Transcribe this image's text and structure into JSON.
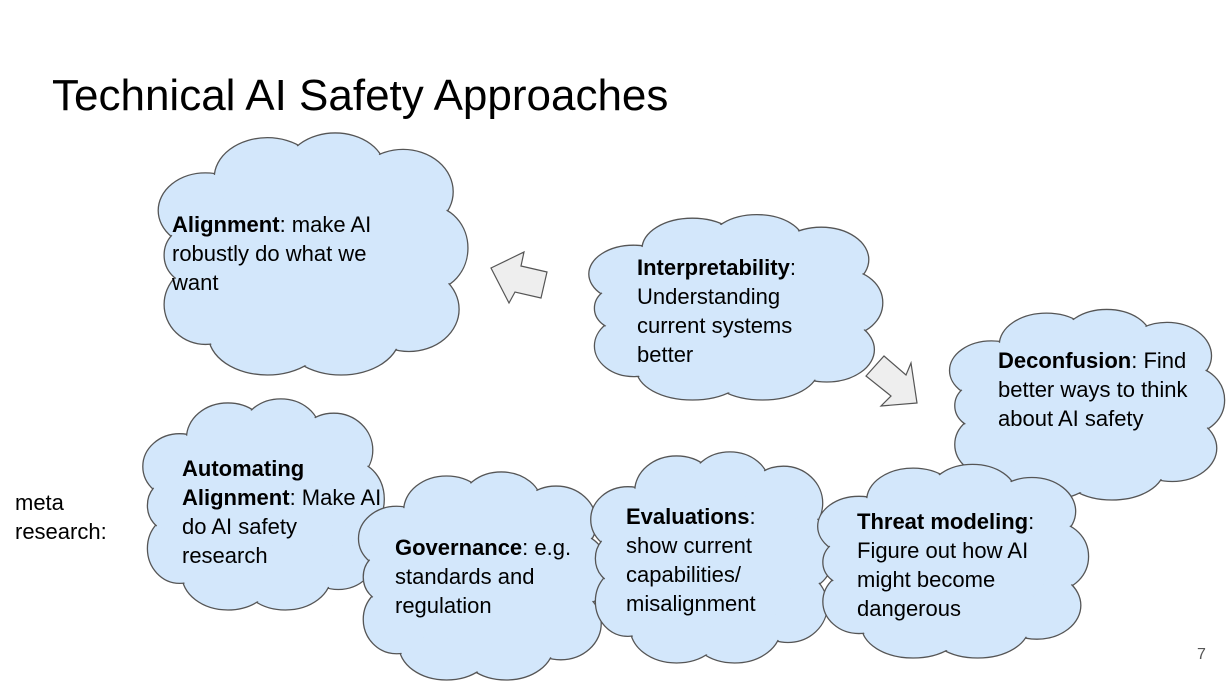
{
  "slide": {
    "title": "Technical AI Safety Approaches",
    "page_number": "7",
    "meta_label": "meta research:",
    "colors": {
      "cloud_fill": "#d3e7fb",
      "cloud_stroke": "#555555",
      "arrow_fill": "#eeeeee"
    }
  },
  "clouds": {
    "alignment": {
      "name": "Alignment",
      "text": ": make AI robustly do what we want"
    },
    "interpretability": {
      "name": "Interpretability",
      "text": ": Understanding current systems better"
    },
    "deconfusion": {
      "name": "Deconfusion",
      "text": ": Find better ways to think about AI safety"
    },
    "automating": {
      "name": "Automating Alignment",
      "text": ": Make AI do AI safety research"
    },
    "governance": {
      "name": "Governance",
      "text": ": e.g. standards and regulation"
    },
    "evaluations": {
      "name": "Evaluations",
      "text": ": show current capabilities/ misalignment"
    },
    "threat": {
      "name": "Threat modeling",
      "text": ": Figure out how AI might become dangerous"
    }
  },
  "arrows": [
    {
      "from": "interpretability",
      "to": "alignment"
    },
    {
      "from": "interpretability",
      "to": "deconfusion"
    }
  ]
}
